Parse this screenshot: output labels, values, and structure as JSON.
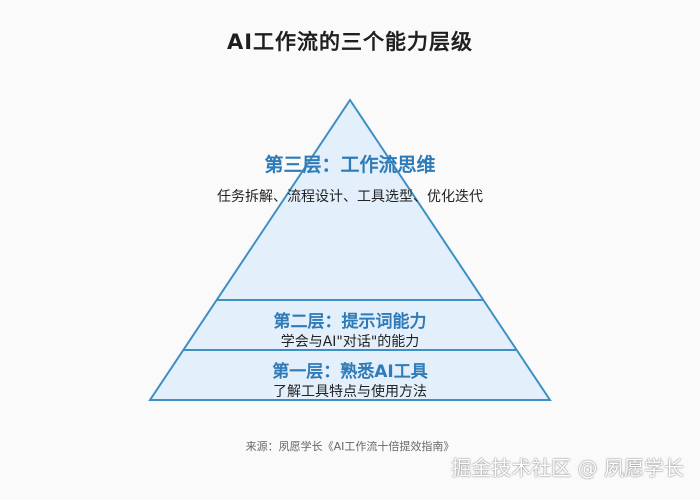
{
  "title": "AI工作流的三个能力层级",
  "layers": [
    {
      "title": "第三层：工作流思维",
      "description": "任务拆解、流程设计、工具选型、优化迭代"
    },
    {
      "title": "第二层：提示词能力",
      "description": "学会与AI\"对话\"的能力"
    },
    {
      "title": "第一层：熟悉AI工具",
      "description": "了解工具特点与使用方法"
    }
  ],
  "source": "来源：夙愿学长《AI工作流十倍提效指南》",
  "watermark": "掘金技术社区 @ 夙愿学长",
  "colors": {
    "fill": "#e3f0fb",
    "stroke": "#3e8fc4",
    "layer_title": "#2e7bb8"
  }
}
